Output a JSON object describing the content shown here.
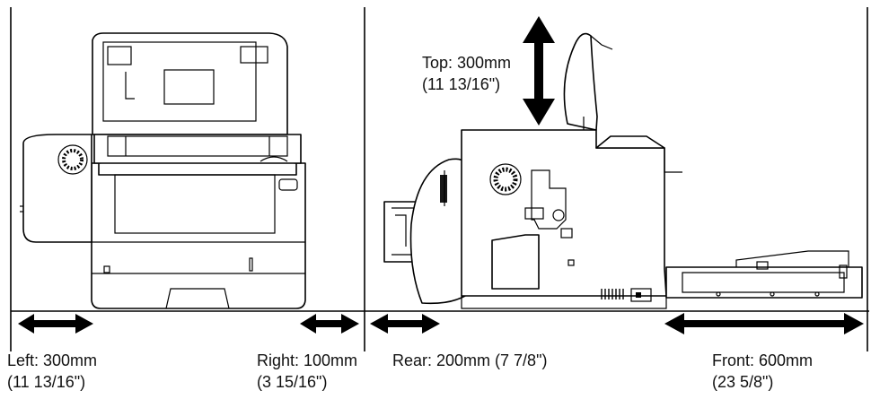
{
  "labels": {
    "top": {
      "line1": "Top: 300mm",
      "line2": "(11 13/16\")"
    },
    "left": {
      "line1": "Left: 300mm",
      "line2": "(11 13/16\")"
    },
    "right": {
      "line1": "Right: 100mm",
      "line2": "(3 15/16\")"
    },
    "rear": {
      "line1": "Rear: 200mm (7 7/8\")"
    },
    "front": {
      "line1": "Front: 600mm",
      "line2": "(23 5/8\")"
    }
  },
  "colors": {
    "ink": "#000000",
    "paper": "#ffffff"
  }
}
